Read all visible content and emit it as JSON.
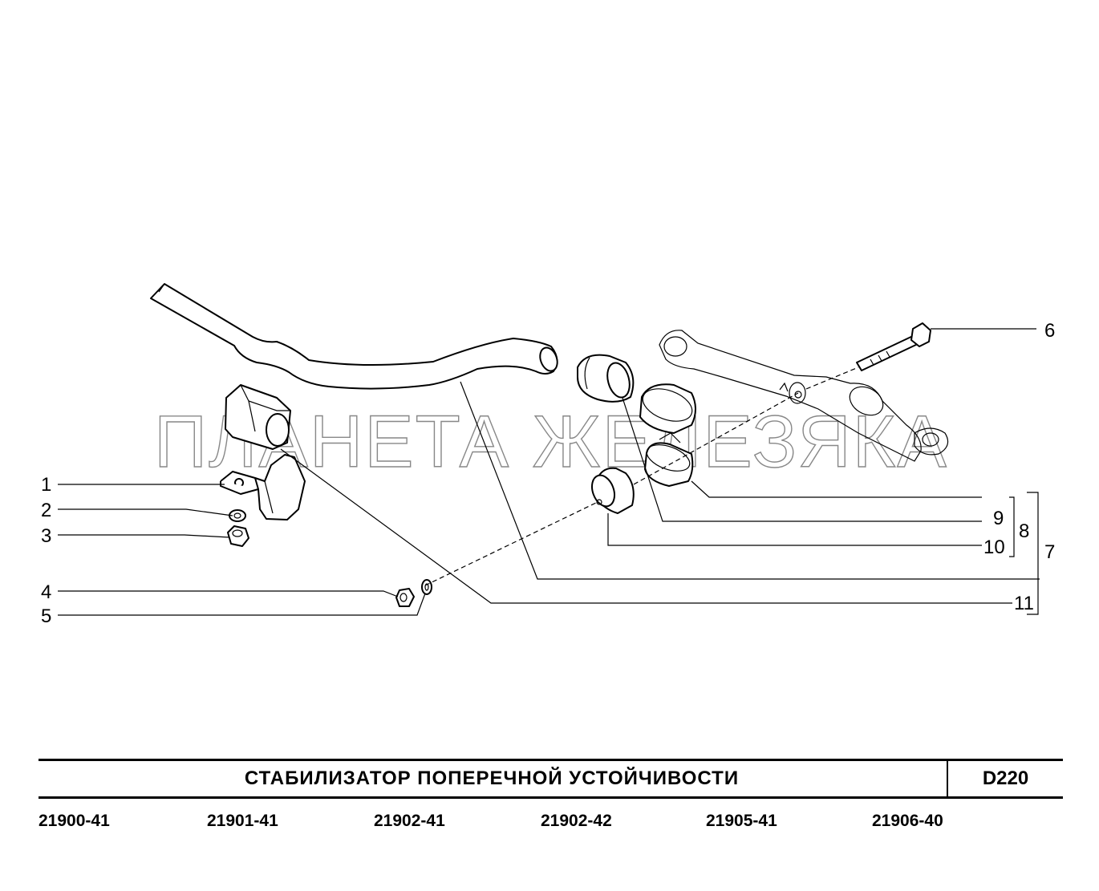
{
  "watermark": "ПЛАНЕТА ЖЕЛЕЗЯКА",
  "callouts": {
    "c1": "1",
    "c2": "2",
    "c3": "3",
    "c4": "4",
    "c5": "5",
    "c6": "6",
    "c7": "7",
    "c8": "8",
    "c9": "9",
    "c10": "10",
    "c11": "11"
  },
  "title": "СТАБИЛИЗАТОР   ПОПЕРЕЧНОЙ   УСТОЙЧИВОСТИ",
  "code": "D220",
  "models": [
    "21900-41",
    "21901-41",
    "21902-41",
    "21902-42",
    "21905-41",
    "21906-40"
  ]
}
